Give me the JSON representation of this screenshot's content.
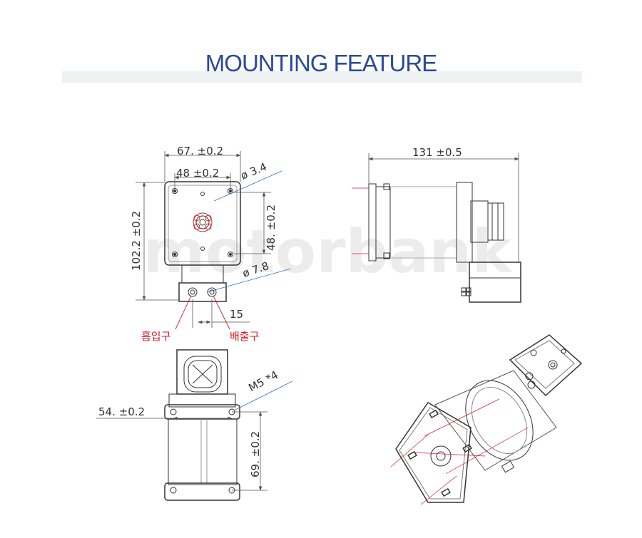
{
  "header": {
    "title": "MOUNTING FEATURE"
  },
  "watermark": "motorbank",
  "front_view": {
    "dim_width_outer": "67. ±0.2",
    "dim_width_inner": "48 ±0.2",
    "dim_hole_small": "ø 3.4",
    "dim_height": "102.2 ±0.2",
    "dim_vertical_inner": "48. ±0.2",
    "dim_port_dia": "ø 7.8",
    "dim_port_spacing": "15",
    "label_inlet": "흡입구",
    "label_outlet": "배출구"
  },
  "side_view": {
    "dim_length": "131 ±0.5"
  },
  "bottom_view": {
    "dim_width": "54. ±0.2",
    "dim_thread": "M5 *4",
    "dim_height": "69. ±0.2"
  },
  "colors": {
    "title": "#2b4a9c",
    "leader": "#3a6fc4",
    "red_label": "#d4202a",
    "line": "#333333"
  }
}
